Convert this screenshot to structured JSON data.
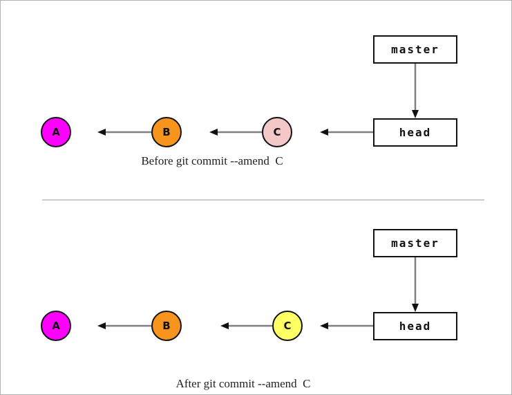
{
  "colors": {
    "canvas-bg": "#ffffff",
    "frame-border": "#b0b0b0",
    "divider": "#cccccc",
    "arrow-line": "#7f7f7f",
    "arrow-head": "#111111",
    "node-border": "#111111",
    "ref-border": "#111111",
    "node-label": "#111111",
    "caption-text": "#1f1f1f"
  },
  "panels": [
    {
      "caption": "Before git commit --amend  C",
      "commits": [
        {
          "label": "A",
          "fill": "#ff00ff"
        },
        {
          "label": "B",
          "fill": "#f7941e"
        },
        {
          "label": "C",
          "fill": "#f5c8c8"
        }
      ],
      "refs": {
        "branch": "master",
        "head": "head"
      }
    },
    {
      "caption": "After git commit --amend  C",
      "commits": [
        {
          "label": "A",
          "fill": "#ff00ff"
        },
        {
          "label": "B",
          "fill": "#f7941e"
        },
        {
          "label": "C",
          "fill": "#ffff66"
        }
      ],
      "refs": {
        "branch": "master",
        "head": "head"
      }
    }
  ]
}
